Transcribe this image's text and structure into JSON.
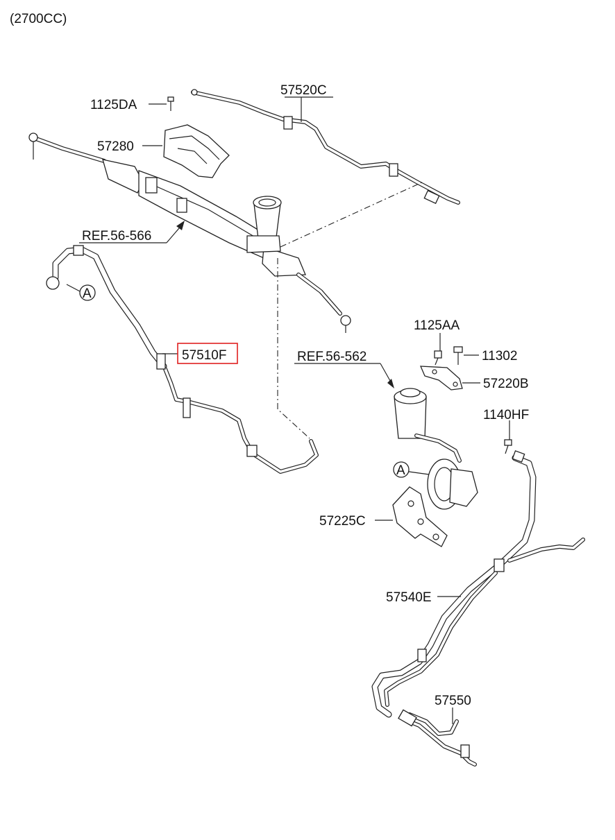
{
  "header": {
    "engine_label": "(2700CC)"
  },
  "callouts": {
    "bolt_1125DA": "1125DA",
    "return_tube_57520C": "57520C",
    "heat_protector_57280": "57280",
    "ref_gear_box": "REF.56-566",
    "pressure_hose_57510F": "57510F",
    "bolt_1125AA": "1125AA",
    "bolt_11302": "11302",
    "bracket_57220B": "57220B",
    "ref_reservoir": "REF.56-562",
    "bolt_1140HF": "1140HF",
    "pump_bracket_57225C": "57225C",
    "cooler_tube_57540E": "57540E",
    "cooler_57550": "57550"
  },
  "connector_marks": {
    "a_left": "A",
    "a_right": "A"
  },
  "colors": {
    "highlight_box": "#e02020",
    "line": "#222222",
    "background": "#ffffff"
  }
}
